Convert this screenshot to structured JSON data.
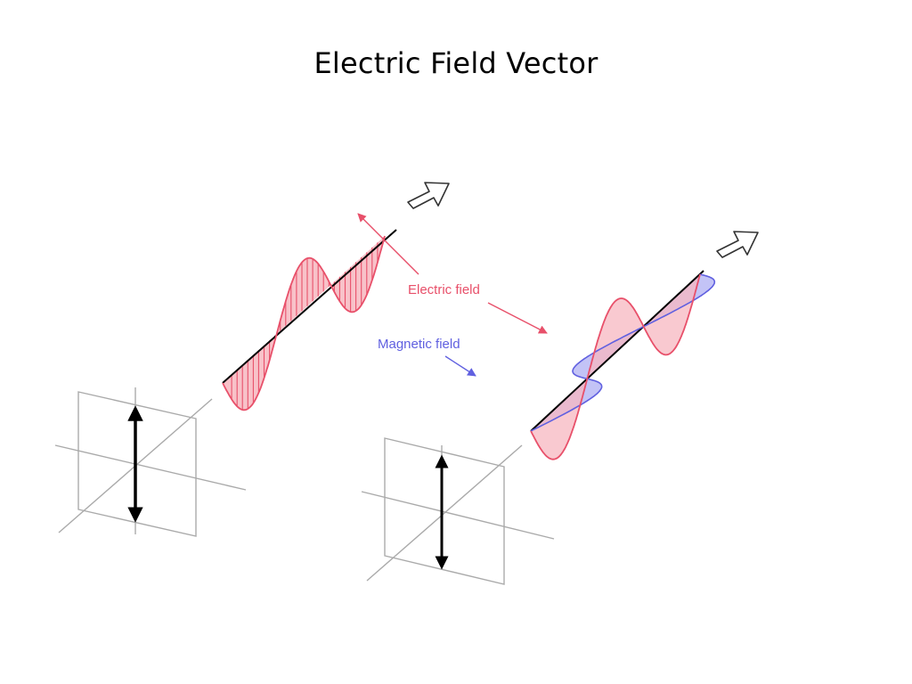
{
  "slide": {
    "title": "Electric Field Vector"
  },
  "diagram": {
    "labels": {
      "electric": "Electric field",
      "magnetic": "Magnetic field"
    },
    "colors": {
      "electric_stroke": "#e8506a",
      "electric_fill": "#f7b7c0",
      "magnetic_stroke": "#6060e0",
      "magnetic_fill": "#b9b9f4",
      "frame": "#aaaaaa",
      "axis": "#000000"
    },
    "icons": [
      "propagation-arrow-icon",
      "polarization-arrow-icon"
    ]
  }
}
